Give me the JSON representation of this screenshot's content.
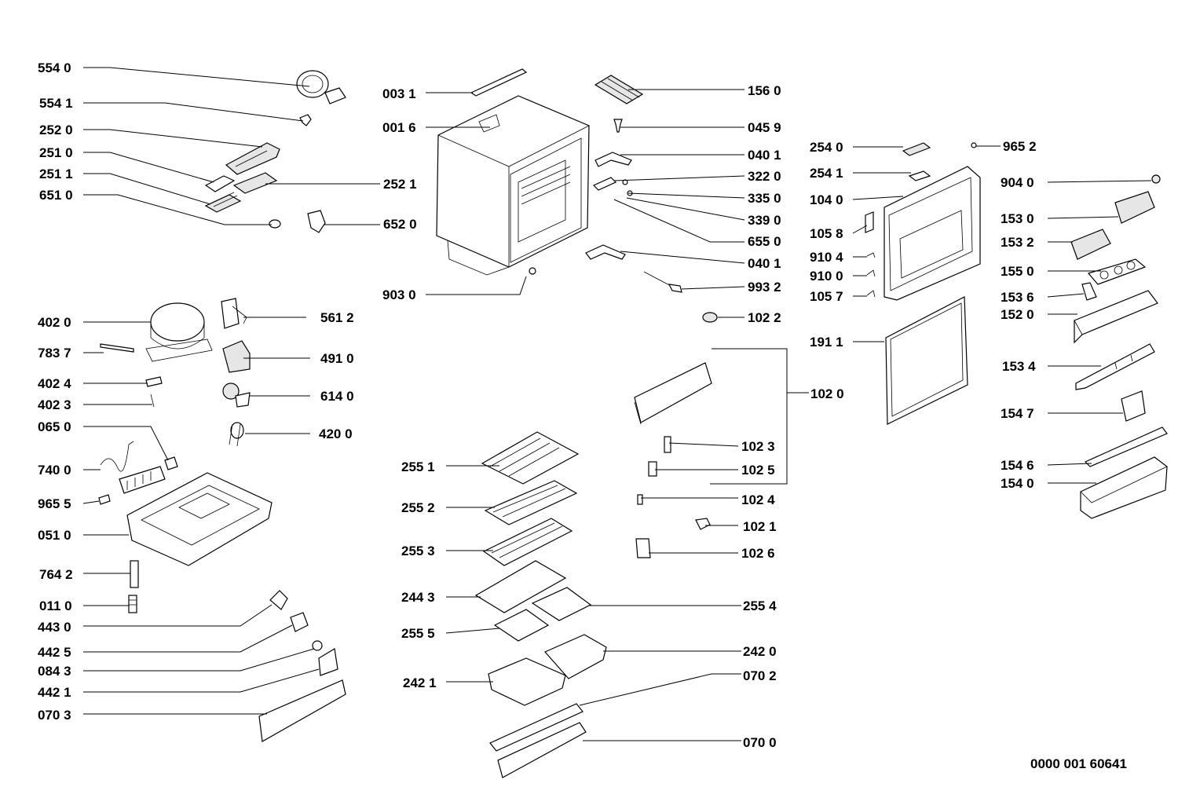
{
  "drawing_number": "0000 001 60641",
  "parts": {
    "p5540": "554 0",
    "p5541": "554 1",
    "p2520": "252 0",
    "p2510": "251 0",
    "p2511": "251 1",
    "p6510": "651 0",
    "p2521": "252 1",
    "p6520": "652 0",
    "p0031": "003 1",
    "p0016": "001 6",
    "p9030": "903 0",
    "p1560": "156 0",
    "p0459": "045 9",
    "p0401a": "040 1",
    "p3220": "322 0",
    "p3350": "335 0",
    "p3390": "339 0",
    "p6550": "655 0",
    "p0401b": "040 1",
    "p9932": "993 2",
    "p1022": "102 2",
    "p2540": "254 0",
    "p2541": "254 1",
    "p1040": "104 0",
    "p1058": "105 8",
    "p9104": "910 4",
    "p9100": "910 0",
    "p1057": "105 7",
    "p1911": "191 1",
    "p9652": "965 2",
    "p9040": "904 0",
    "p1530": "153 0",
    "p1532": "153 2",
    "p1550": "155 0",
    "p1536": "153 6",
    "p1520": "152 0",
    "p1534": "153 4",
    "p1547": "154 7",
    "p1546": "154 6",
    "p1540": "154 0",
    "p4020": "402 0",
    "p7837": "783 7",
    "p4024": "402 4",
    "p4023": "402 3",
    "p0650": "065 0",
    "p7400": "740 0",
    "p9655": "965 5",
    "p0510": "051 0",
    "p7642": "764 2",
    "p0110": "011 0",
    "p4430": "443 0",
    "p4425": "442 5",
    "p0843": "084 3",
    "p4421": "442 1",
    "p0703": "070 3",
    "p5612": "561 2",
    "p4910": "491 0",
    "p6140": "614 0",
    "p4200": "420 0",
    "p2551": "255 1",
    "p2552": "255 2",
    "p2553": "255 3",
    "p2443": "244 3",
    "p2555": "255 5",
    "p2421": "242 1",
    "p1020": "102 0",
    "p1023": "102 3",
    "p1025": "102 5",
    "p1024": "102 4",
    "p1021": "102 1",
    "p1026": "102 6",
    "p2554": "255 4",
    "p2420": "242 0",
    "p0702": "070 2",
    "p0700": "070 0"
  }
}
